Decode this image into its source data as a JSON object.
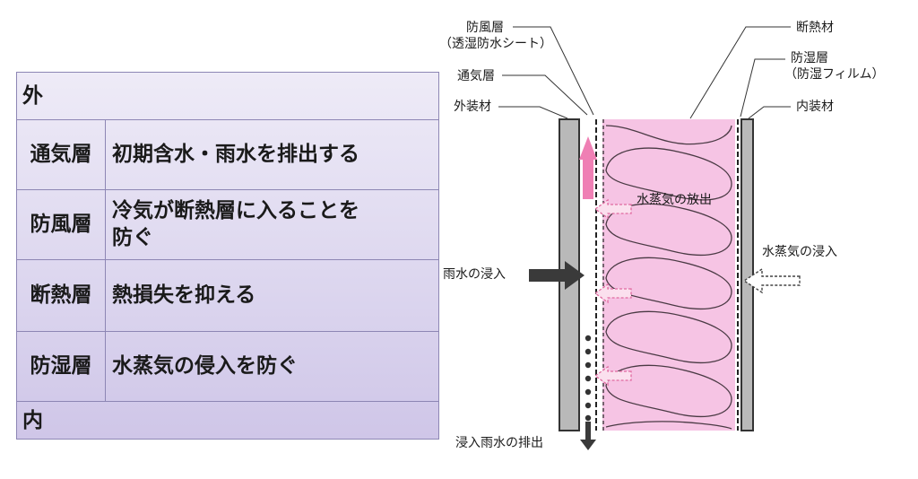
{
  "table": {
    "top_label": "外",
    "rows": [
      {
        "name": "通気層",
        "desc": "初期含水・雨水を排出する"
      },
      {
        "name": "防風層",
        "desc": "冷気が断熱層に入ることを\n防ぐ"
      },
      {
        "name": "断熱層",
        "desc": "熱損失を抑える"
      },
      {
        "name": "防湿層",
        "desc": "水蒸気の侵入を防ぐ"
      }
    ],
    "bottom_label": "内"
  },
  "diagram": {
    "labels": {
      "windbreak": "防風層",
      "windbreak_sub": "（透湿防水シート）",
      "ventilation": "通気層",
      "exterior": "外装材",
      "insulation": "断熱材",
      "vapor_barrier": "防湿層",
      "vapor_barrier_sub": "（防湿フィルム）",
      "interior": "内装材",
      "vapor_release": "水蒸気の放出",
      "rain_intrusion": "雨水の浸入",
      "vapor_intrusion": "水蒸気の浸入",
      "rain_drainage": "浸入雨水の排出"
    },
    "colors": {
      "insulation_fill": "#f6c4e4",
      "board_fill": "#b9b9b9",
      "upward_arrow": "#ef7fb4",
      "dark_arrow": "#3a3a3a"
    }
  }
}
